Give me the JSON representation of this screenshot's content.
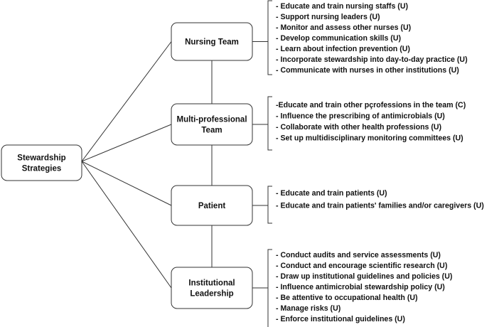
{
  "root": {
    "lines": [
      "Stewardship",
      "Strategies"
    ]
  },
  "categories": [
    {
      "id": "nursing-team",
      "lines": [
        "Nursing Team"
      ],
      "items": [
        "- Educate and train nursing staffs (U)",
        "- Support nursing leaders (U)",
        "- Monitor and assess other nurses (U)",
        "- Develop communication skills (U)",
        "- Learn about infection prevention (U)",
        "- Incorporate stewardship into day-to-day practice (U)",
        "- Communicate with nurses in other institutions (U)"
      ]
    },
    {
      "id": "multi-professional-team",
      "lines": [
        "Multi-professional",
        "Team"
      ],
      "items": [
        "-Educate and train other pçrofessions in the team (C)",
        "- Influence the prescribing of antimicrobials (U)",
        "- Collaborate with other health professions (U)",
        "- Set up multidisciplinary monitoring committees (U)"
      ]
    },
    {
      "id": "patient",
      "lines": [
        "Patient"
      ],
      "items": [
        "- Educate and train patients (U)",
        "- Educate and train patients' families and/or caregivers (U)"
      ]
    },
    {
      "id": "institutional-leadership",
      "lines": [
        "Institutional",
        "Leadership"
      ],
      "items": [
        "- Conduct audits and service assessments (U)",
        "- Conduct and encourage scientific research (U)",
        "- Draw up institutional guidelines and policies (U)",
        "- Influence antimicrobial stewardship policy (U)",
        "- Be attentive to occupational health (U)",
        "- Manage risks (U)",
        "- Enforce institutional guidelines (U)"
      ]
    }
  ]
}
